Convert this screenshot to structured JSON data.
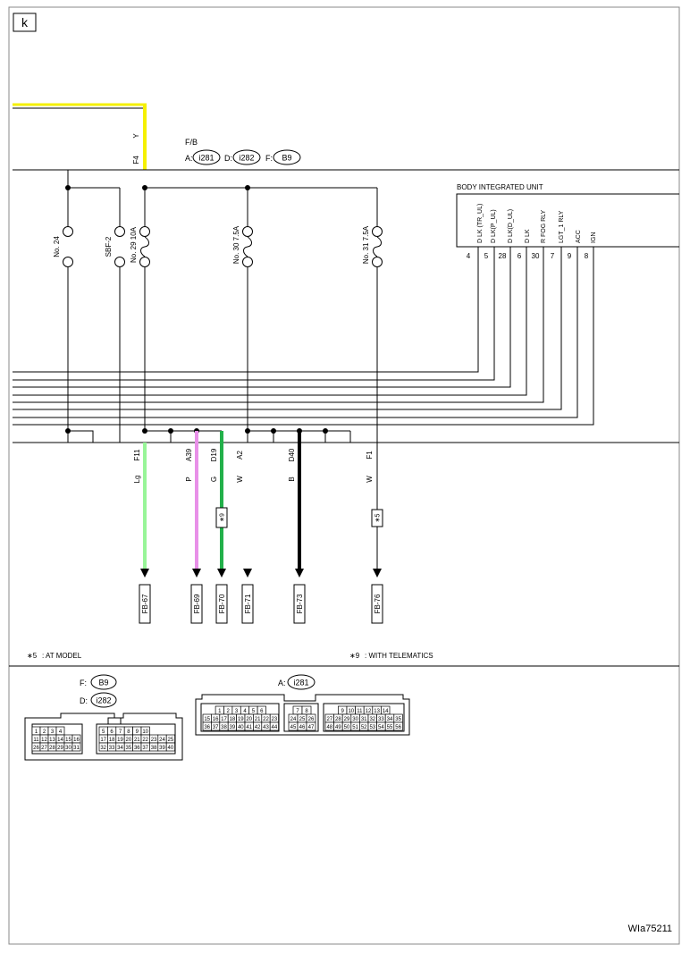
{
  "page": {
    "tag": "k",
    "figure_id": "WIa75211"
  },
  "header_wire": {
    "color": "Y",
    "terminal": "F4"
  },
  "fuse_box": {
    "label": "F/B",
    "connectors": [
      {
        "prefix": "A:",
        "id": "i281"
      },
      {
        "prefix": "D:",
        "id": "i282"
      },
      {
        "prefix": "F:",
        "id": "B9"
      }
    ]
  },
  "fuses": [
    {
      "label": "No. 24"
    },
    {
      "label": "SBF-2"
    },
    {
      "label": "No. 29  10A"
    },
    {
      "label": "No. 30  7.5A"
    },
    {
      "label": "No. 31  7.5A"
    }
  ],
  "body_unit": {
    "title": "BODY INTEGRATED UNIT",
    "pins": [
      {
        "signal": "D LK (TR_UL)",
        "number": "4"
      },
      {
        "signal": "D LK(P_UL)",
        "number": "5"
      },
      {
        "signal": "D LK(D_UL)",
        "number": "28"
      },
      {
        "signal": "D LK",
        "number": "6"
      },
      {
        "signal": "R FOG RLY",
        "number": "30"
      },
      {
        "signal": "LGT_1 RLY",
        "number": "7"
      },
      {
        "signal": "ACC",
        "number": "9"
      },
      {
        "signal": "IGN",
        "number": "8"
      }
    ]
  },
  "outputs": [
    {
      "terminal": "F11",
      "color": "Lg",
      "note": "",
      "dest": "FB-67"
    },
    {
      "terminal": "A39",
      "color": "P",
      "note": "",
      "dest": "FB-69"
    },
    {
      "terminal": "D19",
      "color": "G",
      "note": "∗9",
      "dest": "FB-70"
    },
    {
      "terminal": "A2",
      "color": "W",
      "note": "",
      "dest": "FB-71"
    },
    {
      "terminal": "D40",
      "color": "B",
      "note": "",
      "dest": "FB-73"
    },
    {
      "terminal": "F1",
      "color": "W",
      "note": "∗5",
      "dest": "FB-76"
    }
  ],
  "legend": [
    {
      "mark": "∗5",
      "text": ": AT MODEL"
    },
    {
      "mark": "∗9",
      "text": ": WITH TELEMATICS"
    }
  ],
  "connector_views": {
    "left": {
      "labels": [
        {
          "prefix": "F:",
          "id": "B9"
        },
        {
          "prefix": "D:",
          "id": "i282"
        }
      ],
      "block_a": {
        "row1": [
          "1",
          "2",
          "3",
          "4"
        ],
        "row2": [
          "11",
          "12",
          "13",
          "14",
          "15",
          "16"
        ],
        "row3": [
          "26",
          "27",
          "28",
          "29",
          "30",
          "31"
        ]
      },
      "block_b": {
        "row1": [
          "5",
          "6",
          "7",
          "8",
          "9",
          "10"
        ],
        "row2": [
          "17",
          "18",
          "19",
          "20",
          "21",
          "22",
          "23",
          "24",
          "25"
        ],
        "row3": [
          "32",
          "33",
          "34",
          "35",
          "36",
          "37",
          "38",
          "39",
          "40"
        ]
      }
    },
    "right": {
      "labels": [
        {
          "prefix": "A:",
          "id": "i281"
        }
      ],
      "block_a": {
        "row1": [
          "1",
          "2",
          "3",
          "4",
          "5",
          "6"
        ],
        "row2": [
          "15",
          "16",
          "17",
          "18",
          "19",
          "20",
          "21",
          "22",
          "23"
        ],
        "row3": [
          "36",
          "37",
          "38",
          "39",
          "40",
          "41",
          "42",
          "43",
          "44"
        ]
      },
      "block_b": {
        "row1": [
          "7",
          "8"
        ],
        "row2": [
          "24",
          "25",
          "26"
        ],
        "row3": [
          "45",
          "46",
          "47"
        ]
      },
      "block_c": {
        "row1": [
          "9",
          "10",
          "11",
          "12",
          "13",
          "14"
        ],
        "row2": [
          "27",
          "28",
          "29",
          "30",
          "31",
          "32",
          "33",
          "34",
          "35"
        ],
        "row3": [
          "48",
          "49",
          "50",
          "51",
          "52",
          "53",
          "54",
          "55",
          "56"
        ]
      }
    }
  },
  "colors": {
    "yellow": "#f5f000",
    "light_green": "#98f598",
    "pink": "#e890e8",
    "green": "#22b04a",
    "black": "#000000"
  }
}
